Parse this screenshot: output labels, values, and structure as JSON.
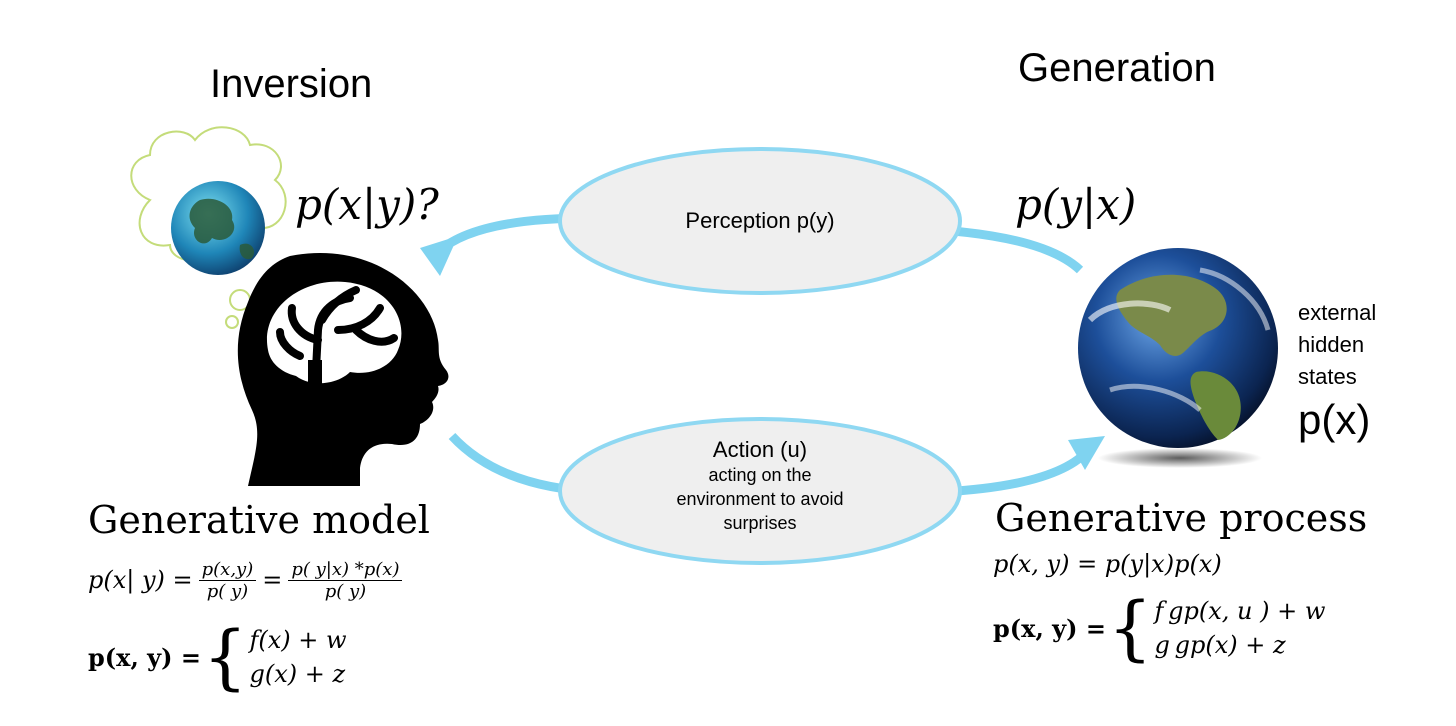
{
  "titles": {
    "left": "Inversion",
    "right": "Generation"
  },
  "labels": {
    "posterior": "p(x|y)?",
    "likelihood": "p(y|x)",
    "external_line1": "external",
    "external_line2": "hidden",
    "external_line3": "states",
    "prior": "p(x)"
  },
  "ellipses": {
    "perception": "Perception p(y)",
    "action_title": "Action (u)",
    "action_line1": "acting on the",
    "action_line2": "environment to avoid",
    "action_line3": "surprises"
  },
  "left_block": {
    "heading": "Generative model",
    "eq1_lhs": "p(x| y) =",
    "eq1_frac1_num": "p(x,y)",
    "eq1_frac1_den": "p( y)",
    "eq1_eq": "=",
    "eq1_frac2_num": "p( y|x) *p(x)",
    "eq1_frac2_den": "p( y)",
    "eq2_lhs": "p(x, y) =",
    "eq2_case1": "f(x) + w",
    "eq2_case2": "g(x) + z"
  },
  "right_block": {
    "heading": "Generative process",
    "eq1": "p(x, y) = p(y|x)p(x)",
    "eq2_lhs": "p(x, y) =",
    "eq2_case1": "f gp(x, u ) + w",
    "eq2_case2": "g gp(x) + z"
  },
  "colors": {
    "arrow": "#7fd3f0",
    "ellipse_fill": "#efefef",
    "ellipse_stroke": "#8fd8f2",
    "cloud_stroke": "#c4dc7a",
    "head": "#000000"
  },
  "icons": [
    "thought-cloud-icon",
    "small-globe-icon",
    "head-brain-icon",
    "earth-globe-icon"
  ]
}
